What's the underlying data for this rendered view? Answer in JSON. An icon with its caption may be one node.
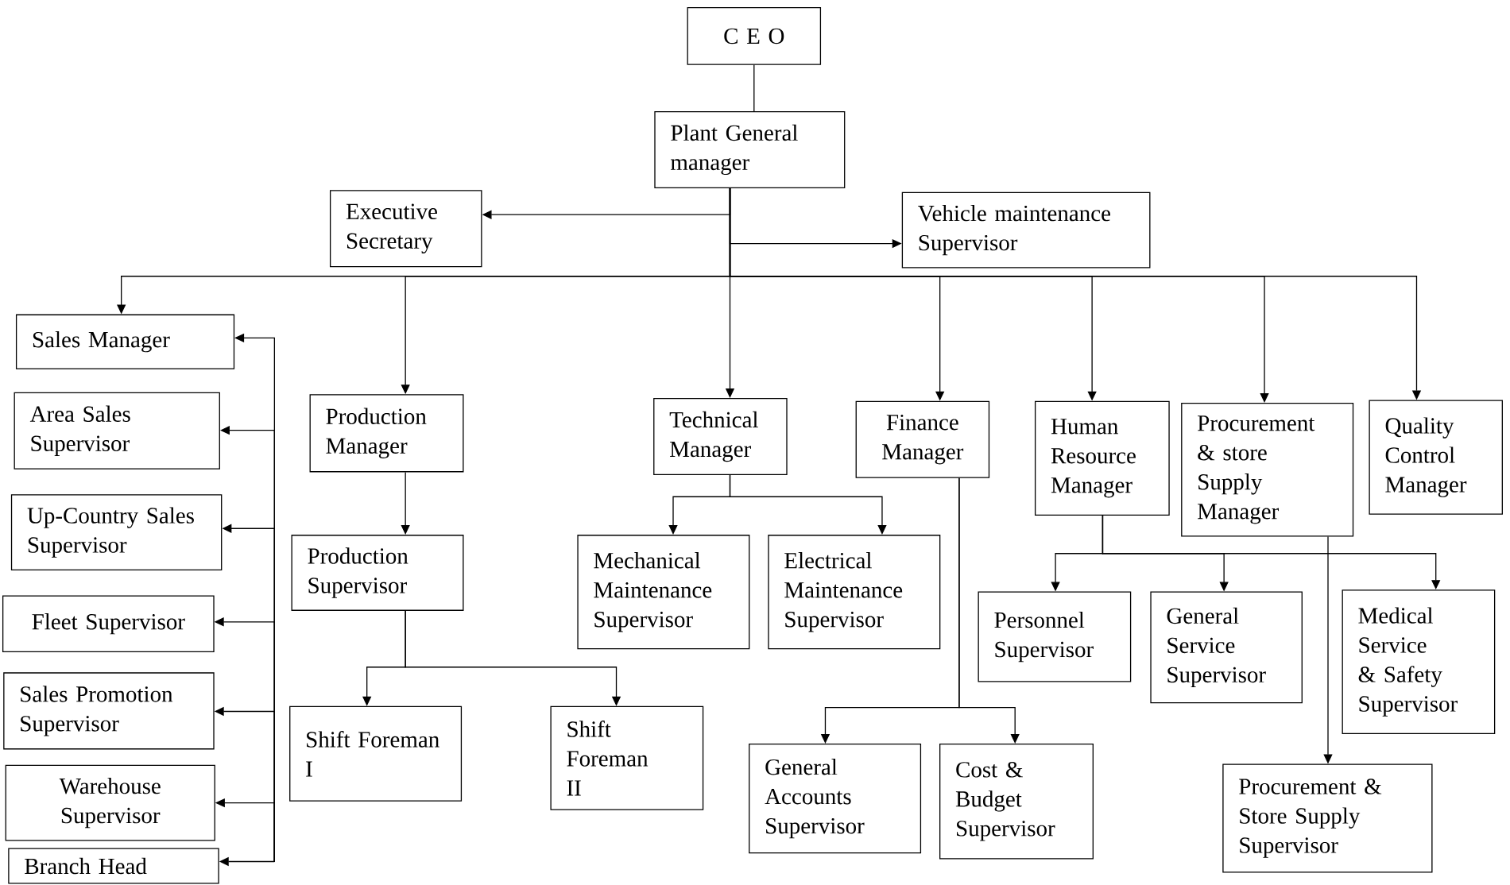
{
  "diagram": {
    "nodes": [
      {
        "text": [
          "C E O"
        ]
      },
      {
        "text": [
          "Plant General manager"
        ]
      },
      {
        "text": [
          "Executive Secretary"
        ]
      },
      {
        "text": [
          "Vehicle maintenance Supervisor"
        ]
      },
      {
        "text": [
          "Sales Manager"
        ]
      },
      {
        "text": [
          "Area Sales Supervisor"
        ]
      },
      {
        "text": [
          "Up-Country Sales Supervisor"
        ]
      },
      {
        "text": [
          "Fleet Supervisor"
        ]
      },
      {
        "text": [
          "Sales Promotion Supervisor"
        ]
      },
      {
        "text": [
          "Warehouse Supervisor"
        ]
      },
      {
        "text": [
          "Branch Head"
        ]
      },
      {
        "text": [
          "Production Manager"
        ]
      },
      {
        "text": [
          "Production Supervisor"
        ]
      },
      {
        "text": [
          "Shift Foreman I"
        ]
      },
      {
        "text": [
          "Shift Foreman II"
        ]
      },
      {
        "text": [
          "Technical Manager"
        ]
      },
      {
        "text": [
          "Mechanical Maintenance Supervisor"
        ]
      },
      {
        "text": [
          "Electrical Maintenance Supervisor"
        ]
      },
      {
        "text": [
          "Finance Manager"
        ]
      },
      {
        "text": [
          "General Accounts Supervisor"
        ]
      },
      {
        "text": [
          "Cost & Budget Supervisor"
        ]
      },
      {
        "text": [
          "Human Resource Manager"
        ]
      },
      {
        "text": [
          "Procurement & store Supply Manager"
        ]
      },
      {
        "text": [
          "Quality Control Manager"
        ]
      },
      {
        "text": [
          "Personnel Supervisor"
        ]
      },
      {
        "text": [
          "General Service Supervisor"
        ]
      },
      {
        "text": [
          "Medical Service & Safety Supervisor"
        ]
      },
      {
        "text": [
          "Procurement & Store Supply Supervisor"
        ]
      }
    ],
    "edges": [
      {
        "from": 0,
        "to": 1,
        "arrow": "none"
      },
      {
        "from": 1,
        "to": 2,
        "arrow": "to"
      },
      {
        "from": 1,
        "to": 3,
        "arrow": "to"
      },
      {
        "from": 1,
        "to": 4,
        "arrow": "to"
      },
      {
        "from": 1,
        "to": 11,
        "arrow": "to"
      },
      {
        "from": 1,
        "to": 15,
        "arrow": "to"
      },
      {
        "from": 1,
        "to": 18,
        "arrow": "to"
      },
      {
        "from": 1,
        "to": 21,
        "arrow": "to"
      },
      {
        "from": 1,
        "to": 22,
        "arrow": "to"
      },
      {
        "from": 1,
        "to": 23,
        "arrow": "to"
      },
      {
        "from": 11,
        "to": 12,
        "arrow": "to"
      },
      {
        "from": 12,
        "to": 13,
        "arrow": "to"
      },
      {
        "from": 12,
        "to": 14,
        "arrow": "to"
      },
      {
        "from": 15,
        "to": 16,
        "arrow": "to"
      },
      {
        "from": 15,
        "to": 17,
        "arrow": "to"
      },
      {
        "from": 18,
        "to": 19,
        "arrow": "to"
      },
      {
        "from": 18,
        "to": 20,
        "arrow": "to"
      },
      {
        "from": 21,
        "to": 24,
        "arrow": "to"
      },
      {
        "from": 21,
        "to": 25,
        "arrow": "to"
      },
      {
        "from": 21,
        "to": 26,
        "arrow": "to"
      },
      {
        "from": 22,
        "to": 27,
        "arrow": "to"
      },
      {
        "from": null,
        "to": 4,
        "arrow": "to"
      },
      {
        "from": null,
        "to": 5,
        "arrow": "to"
      },
      {
        "from": null,
        "to": 6,
        "arrow": "to"
      },
      {
        "from": null,
        "to": 7,
        "arrow": "to"
      },
      {
        "from": null,
        "to": 8,
        "arrow": "to"
      },
      {
        "from": null,
        "to": 9,
        "arrow": "to"
      },
      {
        "from": null,
        "to": 10,
        "arrow": "to"
      }
    ]
  }
}
